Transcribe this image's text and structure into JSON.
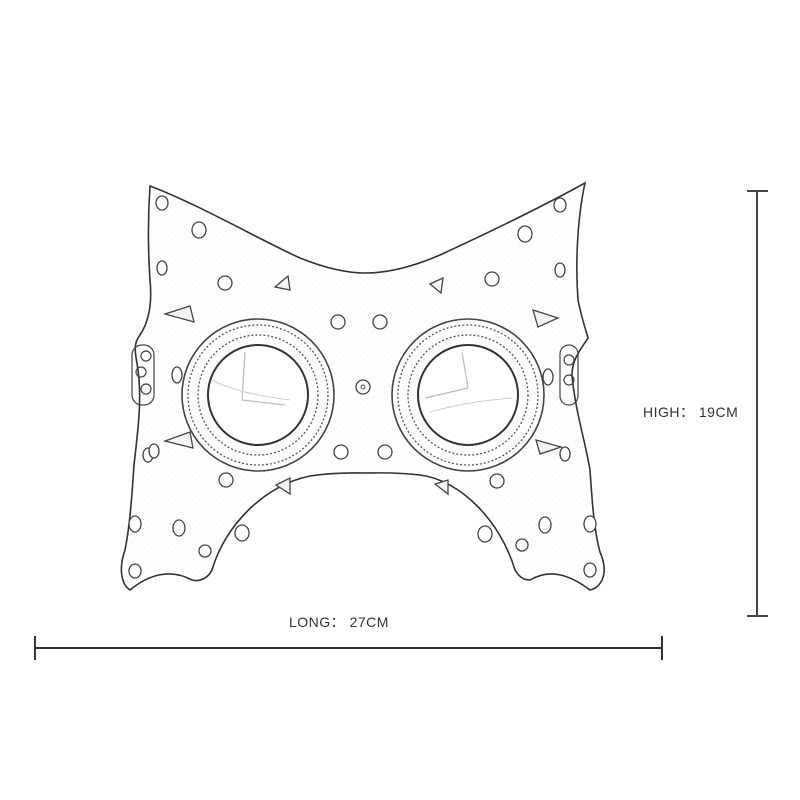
{
  "product": {
    "name": "steampunk-spiked-goggle-mask",
    "view": "front line drawing"
  },
  "dimensions": {
    "height": {
      "label": "HIGH",
      "separator": "：",
      "value": "19CM"
    },
    "length": {
      "label": "LONG",
      "separator": "：",
      "value": "27CM"
    }
  },
  "labels": {
    "high_text": "HIGH： 19CM",
    "long_text": "LONG： 27CM"
  },
  "colors": {
    "background": "#ffffff",
    "line": "#333333",
    "dimension_line": "#444444",
    "text": "#333333"
  }
}
